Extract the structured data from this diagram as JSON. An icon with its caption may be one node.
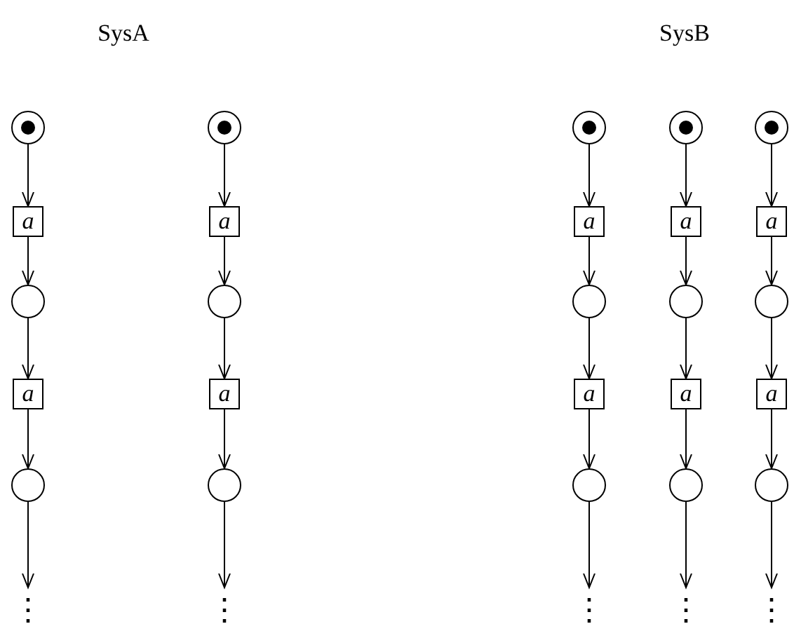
{
  "diagram": {
    "nodes": [
      {
        "text": [],
        "shape": "circle"
      },
      {
        "text": [
          "a"
        ]
      },
      {
        "text": [],
        "shape": "circle"
      },
      {
        "text": [
          "a"
        ]
      },
      {
        "text": [],
        "shape": "circle"
      },
      {
        "text": [
          "⋮"
        ]
      },
      {
        "text": [],
        "shape": "circle"
      },
      {
        "text": [
          "a"
        ]
      },
      {
        "text": [],
        "shape": "circle"
      },
      {
        "text": [
          "a"
        ]
      },
      {
        "text": [],
        "shape": "circle"
      },
      {
        "text": [
          "⋮"
        ]
      },
      {
        "text": [],
        "shape": "circle"
      },
      {
        "text": [
          "a"
        ]
      },
      {
        "text": [],
        "shape": "circle"
      },
      {
        "text": [
          "a"
        ]
      },
      {
        "text": [],
        "shape": "circle"
      },
      {
        "text": [
          "⋮"
        ]
      },
      {
        "text": [],
        "shape": "circle"
      },
      {
        "text": [
          "a"
        ]
      },
      {
        "text": [],
        "shape": "circle"
      },
      {
        "text": [
          "a"
        ]
      },
      {
        "text": [],
        "shape": "circle"
      },
      {
        "text": [
          "⋮"
        ]
      },
      {
        "text": [],
        "shape": "circle"
      },
      {
        "text": [
          "a"
        ]
      },
      {
        "text": [],
        "shape": "circle"
      },
      {
        "text": [
          "a"
        ]
      },
      {
        "text": [],
        "shape": "circle"
      },
      {
        "text": [
          "⋮"
        ]
      }
    ],
    "edges": [
      {
        "from": 0,
        "to": 1,
        "arrow": "to"
      },
      {
        "from": 1,
        "to": 2,
        "arrow": "to"
      },
      {
        "from": 2,
        "to": 3,
        "arrow": "to"
      },
      {
        "from": 3,
        "to": 4,
        "arrow": "to"
      },
      {
        "from": 4,
        "to": 5,
        "arrow": "to"
      },
      {
        "from": 6,
        "to": 7,
        "arrow": "to"
      },
      {
        "from": 7,
        "to": 8,
        "arrow": "to"
      },
      {
        "from": 8,
        "to": 9,
        "arrow": "to"
      },
      {
        "from": 9,
        "to": 10,
        "arrow": "to"
      },
      {
        "from": 10,
        "to": 11,
        "arrow": "to"
      },
      {
        "from": 12,
        "to": 13,
        "arrow": "to"
      },
      {
        "from": 13,
        "to": 14,
        "arrow": "to"
      },
      {
        "from": 14,
        "to": 15,
        "arrow": "to"
      },
      {
        "from": 15,
        "to": 16,
        "arrow": "to"
      },
      {
        "from": 16,
        "to": 17,
        "arrow": "to"
      },
      {
        "from": 18,
        "to": 19,
        "arrow": "to"
      },
      {
        "from": 19,
        "to": 20,
        "arrow": "to"
      },
      {
        "from": 20,
        "to": 21,
        "arrow": "to"
      },
      {
        "from": 21,
        "to": 22,
        "arrow": "to"
      },
      {
        "from": 22,
        "to": 23,
        "arrow": "to"
      },
      {
        "from": 24,
        "to": 25,
        "arrow": "to"
      },
      {
        "from": 25,
        "to": 26,
        "arrow": "to"
      },
      {
        "from": 26,
        "to": 27,
        "arrow": "to"
      },
      {
        "from": 27,
        "to": 28,
        "arrow": "to"
      },
      {
        "from": 28,
        "to": 29,
        "arrow": "to"
      }
    ],
    "labels": [
      "SysA",
      "SysB"
    ]
  }
}
